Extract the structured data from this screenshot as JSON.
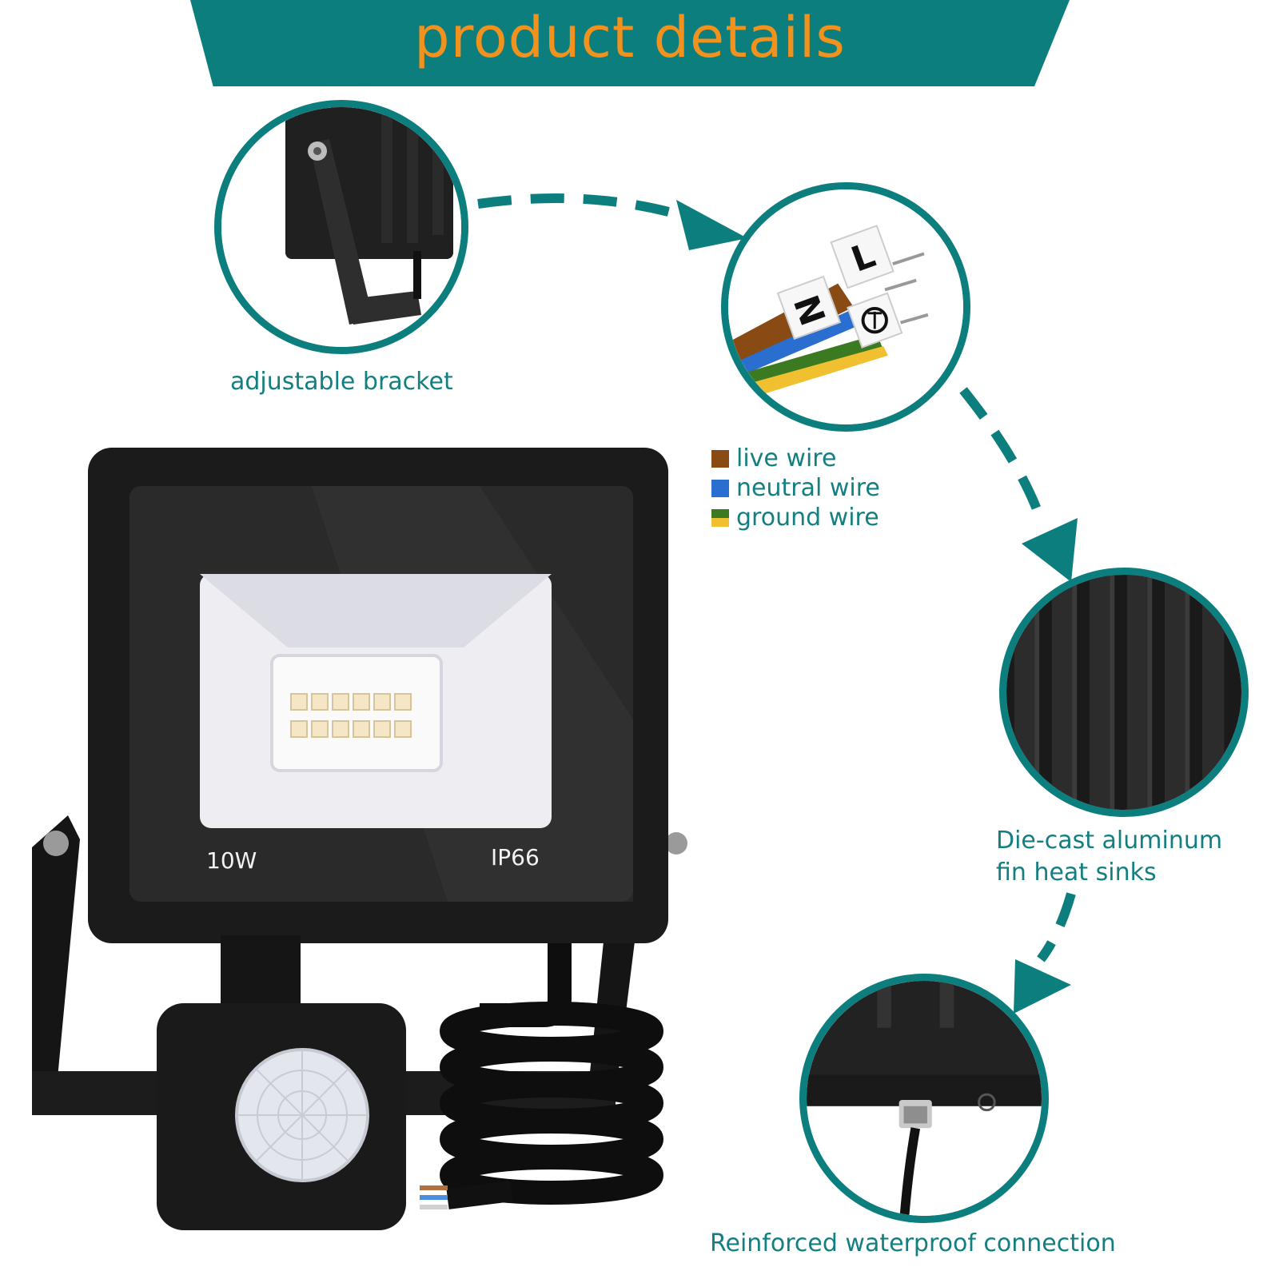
{
  "header": {
    "title": "product details"
  },
  "features": {
    "bracket": "adjustable bracket",
    "heatsink_line1": "Die-cast aluminum",
    "heatsink_line2": "fin heat sinks",
    "connection": "Reinforced waterproof connection"
  },
  "wires": {
    "items": [
      {
        "label": "live wire",
        "color": "#8a4a13"
      },
      {
        "label": "neutral wire",
        "color": "#2a6fcf"
      },
      {
        "label": "ground wire",
        "color": "#3c7a22"
      }
    ],
    "terminal_L": "L",
    "terminal_N": "N"
  },
  "lamp": {
    "power": "10W",
    "rating": "IP66"
  },
  "colors": {
    "accent": "#0d7e7e",
    "title": "#f2921e",
    "caption": "#147f80"
  }
}
